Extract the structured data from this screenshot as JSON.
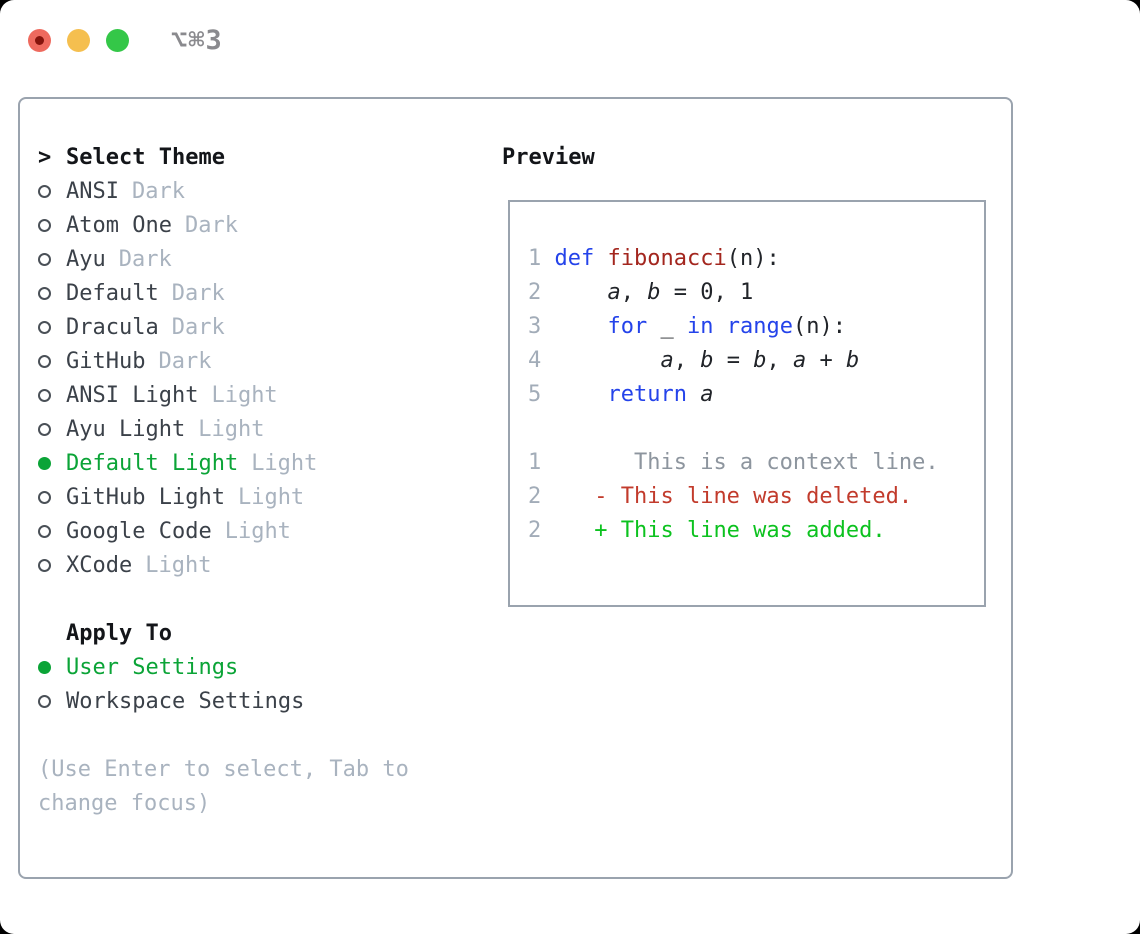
{
  "titlebar": {
    "shortcut_label": "⌥⌘3"
  },
  "colors": {
    "panel_border": "#9aa3ae",
    "selected_green": "#0ba437",
    "dim_gray": "#a9b3bf",
    "item_text": "#3b4149",
    "keyword_blue": "#2443ea",
    "function_red": "#a3261e",
    "line_number_gray": "#a2acb8",
    "context_gray": "#8d959e",
    "deleted_red": "#c23b2c",
    "added_green": "#0cc21f",
    "traffic_red": "#ee6a5e",
    "traffic_yellow": "#f5bf4f",
    "traffic_green": "#34c748"
  },
  "theme_panel": {
    "prompt": ">",
    "header": "Select Theme",
    "items": [
      {
        "name": "ANSI",
        "tag": "Dark",
        "selected": false
      },
      {
        "name": "Atom One",
        "tag": "Dark",
        "selected": false
      },
      {
        "name": "Ayu",
        "tag": "Dark",
        "selected": false
      },
      {
        "name": "Default",
        "tag": "Dark",
        "selected": false
      },
      {
        "name": "Dracula",
        "tag": "Dark",
        "selected": false
      },
      {
        "name": "GitHub",
        "tag": "Dark",
        "selected": false
      },
      {
        "name": "ANSI Light",
        "tag": "Light",
        "selected": false
      },
      {
        "name": "Ayu Light",
        "tag": "Light",
        "selected": false
      },
      {
        "name": "Default Light",
        "tag": "Light",
        "selected": true
      },
      {
        "name": "GitHub Light",
        "tag": "Light",
        "selected": false
      },
      {
        "name": "Google Code",
        "tag": "Light",
        "selected": false
      },
      {
        "name": "XCode",
        "tag": "Light",
        "selected": false
      }
    ],
    "apply_to": {
      "header": "Apply To",
      "options": [
        {
          "label": "User Settings",
          "selected": true
        },
        {
          "label": "Workspace Settings",
          "selected": false
        }
      ]
    },
    "hint_line1": "(Use Enter to select, Tab to",
    "hint_line2": "change focus)"
  },
  "preview": {
    "header": "Preview",
    "lines": [
      [
        {
          "t": "1",
          "c": "ln"
        },
        {
          "t": " ",
          "c": "pl"
        },
        {
          "t": "def",
          "c": "kw"
        },
        {
          "t": " ",
          "c": "pl"
        },
        {
          "t": "fibonacci",
          "c": "fn"
        },
        {
          "t": "(n):",
          "c": "pl"
        }
      ],
      [
        {
          "t": "2",
          "c": "ln"
        },
        {
          "t": "     ",
          "c": "pl"
        },
        {
          "t": "a",
          "c": "it"
        },
        {
          "t": ", ",
          "c": "pl"
        },
        {
          "t": "b",
          "c": "it"
        },
        {
          "t": " = 0, 1",
          "c": "pl"
        }
      ],
      [
        {
          "t": "3",
          "c": "ln"
        },
        {
          "t": "     ",
          "c": "pl"
        },
        {
          "t": "for",
          "c": "kw"
        },
        {
          "t": " _ ",
          "c": "pl"
        },
        {
          "t": "in",
          "c": "kw"
        },
        {
          "t": " ",
          "c": "pl"
        },
        {
          "t": "range",
          "c": "kw"
        },
        {
          "t": "(n):",
          "c": "pl"
        }
      ],
      [
        {
          "t": "4",
          "c": "ln"
        },
        {
          "t": "         ",
          "c": "pl"
        },
        {
          "t": "a",
          "c": "it"
        },
        {
          "t": ", ",
          "c": "pl"
        },
        {
          "t": "b",
          "c": "it"
        },
        {
          "t": " = ",
          "c": "pl"
        },
        {
          "t": "b",
          "c": "it"
        },
        {
          "t": ", ",
          "c": "pl"
        },
        {
          "t": "a",
          "c": "it"
        },
        {
          "t": " + ",
          "c": "pl"
        },
        {
          "t": "b",
          "c": "it"
        }
      ],
      [
        {
          "t": "5",
          "c": "ln"
        },
        {
          "t": "     ",
          "c": "pl"
        },
        {
          "t": "return",
          "c": "kw"
        },
        {
          "t": " ",
          "c": "pl"
        },
        {
          "t": "a",
          "c": "it"
        }
      ],
      [],
      [
        {
          "t": "1",
          "c": "ln"
        },
        {
          "t": "       ",
          "c": "pl"
        },
        {
          "t": "This is a context line.",
          "c": "ctx"
        }
      ],
      [
        {
          "t": "2",
          "c": "ln"
        },
        {
          "t": "    ",
          "c": "pl"
        },
        {
          "t": "- This line was deleted.",
          "c": "del"
        }
      ],
      [
        {
          "t": "2",
          "c": "ln"
        },
        {
          "t": "    ",
          "c": "pl"
        },
        {
          "t": "+ This line was added.",
          "c": "add"
        }
      ]
    ]
  }
}
